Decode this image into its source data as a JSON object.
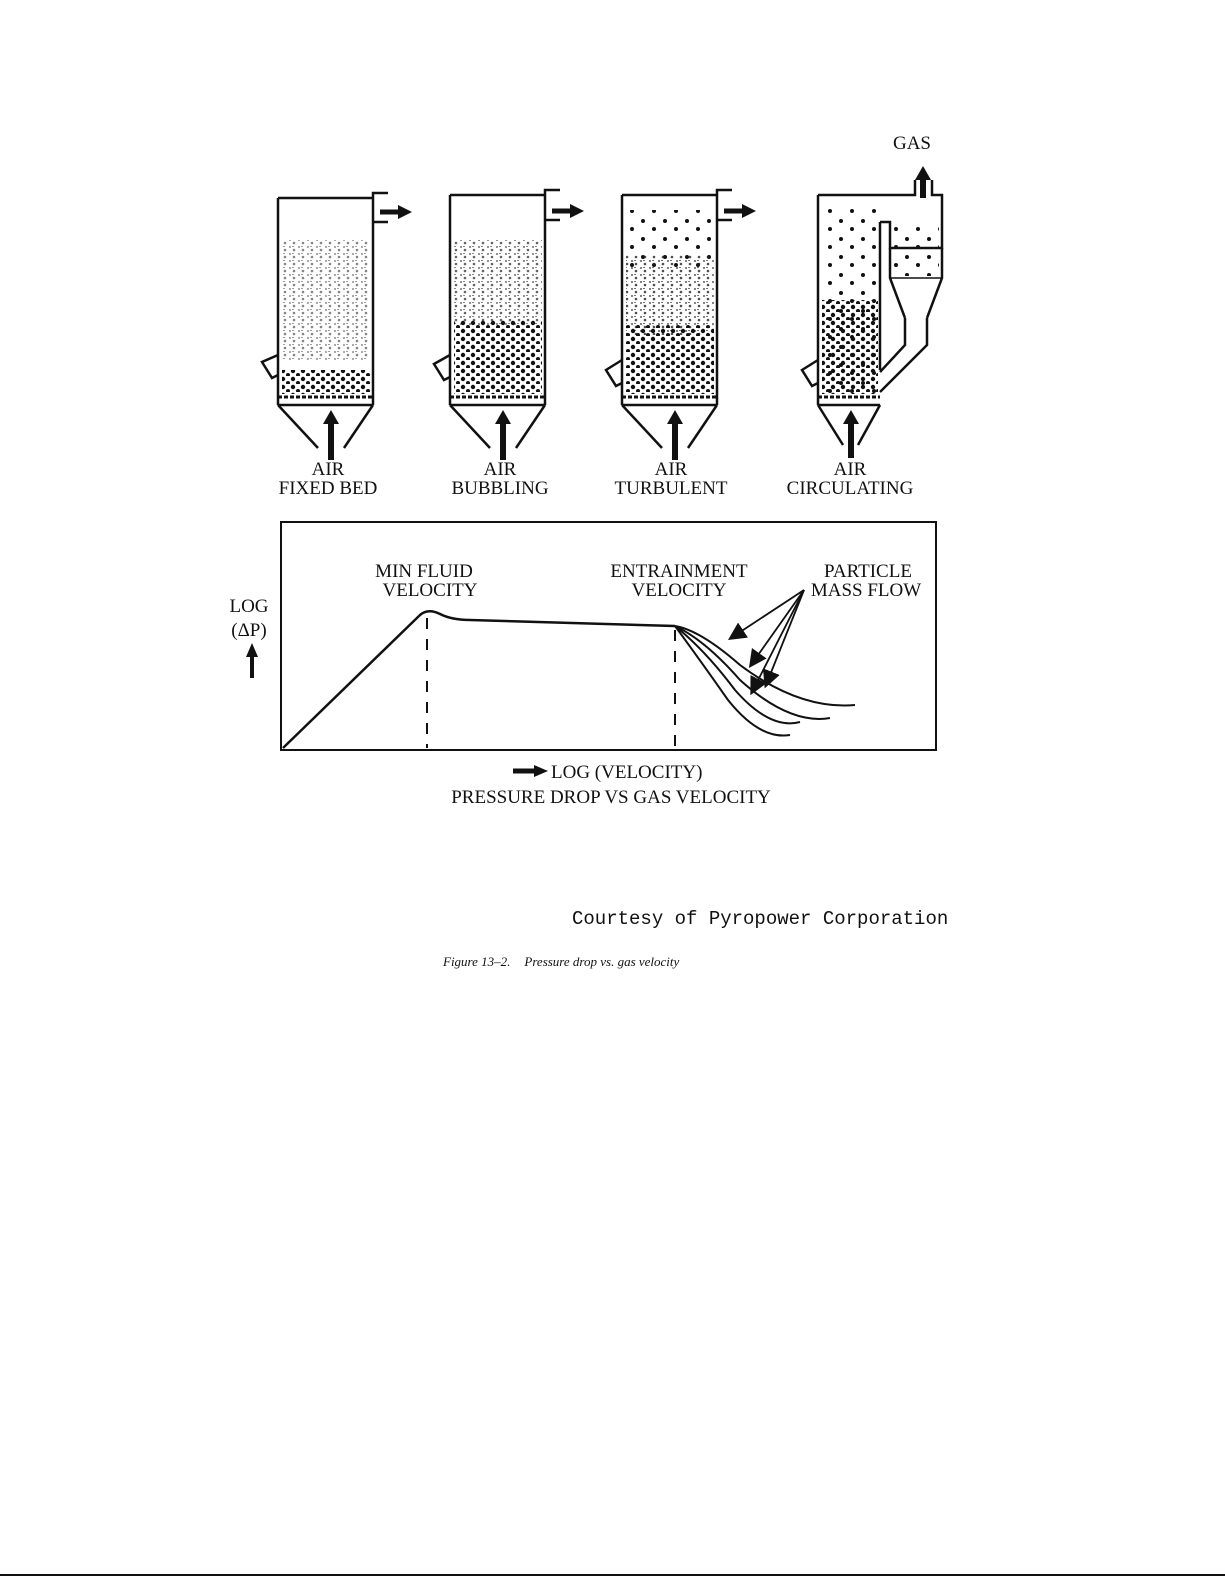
{
  "reactors": [
    {
      "label_air": "AIR",
      "label_name": "FIXED BED"
    },
    {
      "label_air": "AIR",
      "label_name": "BUBBLING"
    },
    {
      "label_air": "AIR",
      "label_name": "TURBULENT"
    },
    {
      "label_air": "AIR",
      "label_name": "CIRCULATING"
    }
  ],
  "gas_label": "GAS",
  "chart": {
    "y_label_line1": "LOG",
    "y_label_line2": "(ΔP)",
    "x_label": "LOG (VELOCITY)",
    "subtitle": "PRESSURE DROP VS GAS VELOCITY",
    "annotations": {
      "min_fluid_1": "MIN FLUID",
      "min_fluid_2": "VELOCITY",
      "entrain_1": "ENTRAINMENT",
      "entrain_2": "VELOCITY",
      "particle_1": "PARTICLE",
      "particle_2": "MASS FLOW"
    }
  },
  "chart_data": {
    "type": "line",
    "xlabel": "LOG (VELOCITY)",
    "ylabel": "LOG (ΔP)",
    "title": "PRESSURE DROP VS GAS VELOCITY",
    "markers": [
      "MIN FLUID VELOCITY",
      "ENTRAINMENT VELOCITY"
    ],
    "annotation": "PARTICLE MASS FLOW"
  },
  "courtesy": "Courtesy of Pyropower Corporation",
  "caption": {
    "number": "Figure 13–2.",
    "text": "Pressure drop vs. gas velocity"
  }
}
